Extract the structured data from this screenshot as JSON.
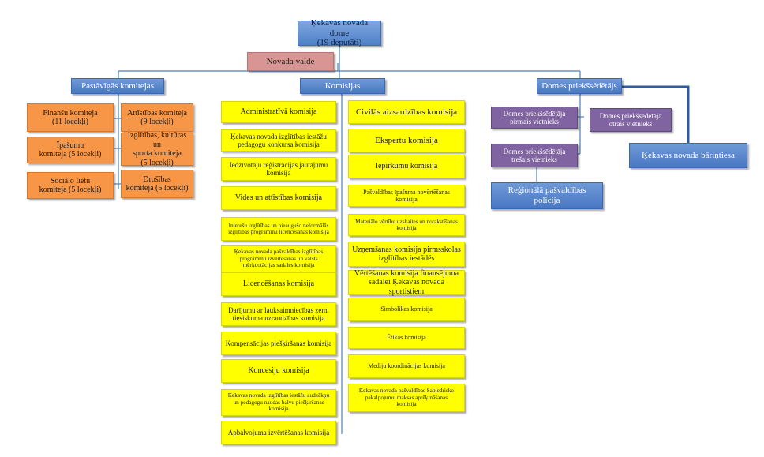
{
  "root": {
    "line1": "Ķekavas novada dome",
    "line2": "(19 deputāti)"
  },
  "valde": "Novada valde",
  "branches": {
    "pastavigie": "Pastāvīgās komitejas",
    "komisijas": "Komisijas",
    "priekssedetajs": "Domes priekšsēdētājs"
  },
  "committees": [
    "Finanšu komiteja\n(11 locekļi)",
    "Attīstības  komiteja\n(9 locekļi)",
    "Īpašumu\nkomiteja (5 locekļi)",
    "Izglītības,  kultūras un\nsporta komiteja\n(5 locekļi)",
    "Sociālo lietu\nkomiteja (5 locekļi)",
    "Drošības\nkomiteja (5 locekļi)"
  ],
  "commissions_left": [
    "Administratīvā komisija",
    "Ķekavas novada izglītības iestāžu\npedagogu konkursa komisija",
    "Iedzīvotāju reģistrācijas jautājumu\nkomisija",
    "Vides un attīstības komisija",
    "Interešu izglītības un pieaugušo neformālās\nizglītības programmu licencēšanas komisija",
    "Ķekavas novada pašvaldības izglītības\nprogrammu izvērtēšanas un valsts\nmērķdotācijas sadales komisija",
    "Licencēšanas komisija",
    "Darījumu ar lauksaimniecības zemi\ntiesiskuma uzraudzības komisija",
    "Kompensācijas piešķiršanas komisija",
    "Koncesiju komisija",
    "Ķekavas novada izglītības iestāžu audzēkņu\nun pedagogu naudas balvu piešķiršanas\nkomisija",
    "Apbalvojuma izvērtēšanas komisija"
  ],
  "commissions_right": [
    "Civilās aizsardzības komisija",
    "Ekspertu komisija",
    "Iepirkumu komisija",
    "Pašvaldības īpašuma novērtēšanas komisija",
    "Materiālo vērtību uzskaites un norakstīšanas\nkomisija",
    "Uzņemšanas komisija pirmsskolas\nizglītības iestādēs",
    "Vērtēšanas komisija finansējuma\nsadalei Ķekavas novada sportistiem",
    "Simbolikas komisija",
    "Ētikas komisija",
    "Mediju koordinācijas komisija",
    "Ķekavas novada pašvaldības Sabiedrisko\npakalpojumu maksas aprēķināšanas\nkomisija"
  ],
  "deputies": [
    "Domes priekšsēdētāja\npirmais vietnieks",
    "Domes priekšsēdētāja\notrais vietnieks",
    "Domes priekšsēdētāja\ntrešais vietnieks"
  ],
  "policija": "Reģionālā pašvaldības policija",
  "barintiesa": "Ķekavas novada bāriņtiesa",
  "colors": {
    "blue": "#4f81bd",
    "pink": "#d99594",
    "orange": "#f79646",
    "yellow": "#ffff00",
    "purple": "#8064a2",
    "line": "#4a7ebb"
  }
}
